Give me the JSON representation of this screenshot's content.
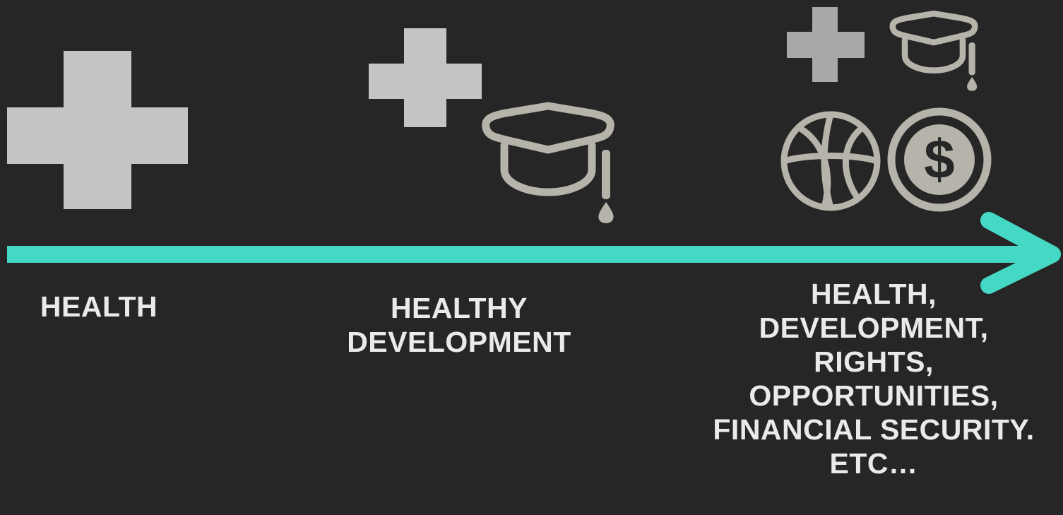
{
  "stages": [
    {
      "id": "health",
      "lines": [
        "HEALTH"
      ],
      "icons": [
        "cross-icon"
      ]
    },
    {
      "id": "healthy-development",
      "lines": [
        "HEALTHY",
        "DEVELOPMENT"
      ],
      "icons": [
        "cross-icon",
        "graduation-cap-icon"
      ]
    },
    {
      "id": "health-development-rights",
      "lines": [
        "HEALTH,",
        "DEVELOPMENT,",
        "RIGHTS,",
        "OPPORTUNITIES,",
        "FINANCIAL SECURITY.",
        "ETC…"
      ],
      "icons": [
        "cross-icon",
        "graduation-cap-icon",
        "basketball-icon",
        "dollar-coin-icon"
      ]
    }
  ],
  "colors": {
    "background": "#262626",
    "arrow": "#45d8c4",
    "icon_light": "#c4c4c4",
    "icon_muted": "#a9a9a9",
    "icon_stroke": "#b5b3aa",
    "text": "#eaeaea"
  }
}
